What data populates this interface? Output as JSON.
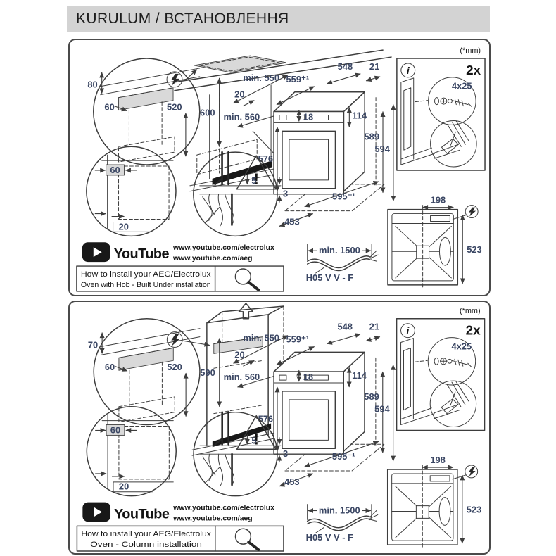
{
  "page": {
    "title": "KURULUM / ВСТАНОВЛЕННЯ",
    "units_note": "(*mm)"
  },
  "icons": {
    "info": "i",
    "warning": "!"
  },
  "shared": {
    "info_quantity": "2x",
    "screw_size": "4x25",
    "detail_gap": "60",
    "detail_height": "520",
    "niche_min_depth": "min. 550",
    "niche_gap": "20",
    "niche_min_width": "min. 560",
    "oven_top_width": "559⁺¹",
    "oven_depth": "548",
    "oven_rear_gap": "21",
    "oven_top_inset": "18",
    "control_panel_height": "114",
    "oven_height_a": "589",
    "oven_height_b": "594",
    "oven_front_height": "576",
    "oven_bottom_width": "595⁻¹",
    "oven_bottom_depth": "453",
    "cutout_side_inset": "60",
    "cutout_bottom_inset": "20",
    "cable_clearance_top": "5",
    "cable_clearance_bottom": "3",
    "youtube_brand": "YouTube",
    "youtube_url_electrolux": "www.youtube.com/electrolux",
    "youtube_url_aeg": "www.youtube.com/aeg",
    "cable_min_length": "min. 1500",
    "cable_type": "H05 V V - F",
    "back_terminal_offset": "198",
    "back_height": "523"
  },
  "panels": [
    {
      "top_clearance": "80",
      "niche_height": "600",
      "caption_line1": "How to install your AEG/Electrolux",
      "caption_line2": "Oven with Hob - Built Under installation"
    },
    {
      "top_clearance": "70",
      "niche_height": "590",
      "caption_line1": "How to install your AEG/Electrolux",
      "caption_line2": "Oven - Column installation"
    }
  ]
}
